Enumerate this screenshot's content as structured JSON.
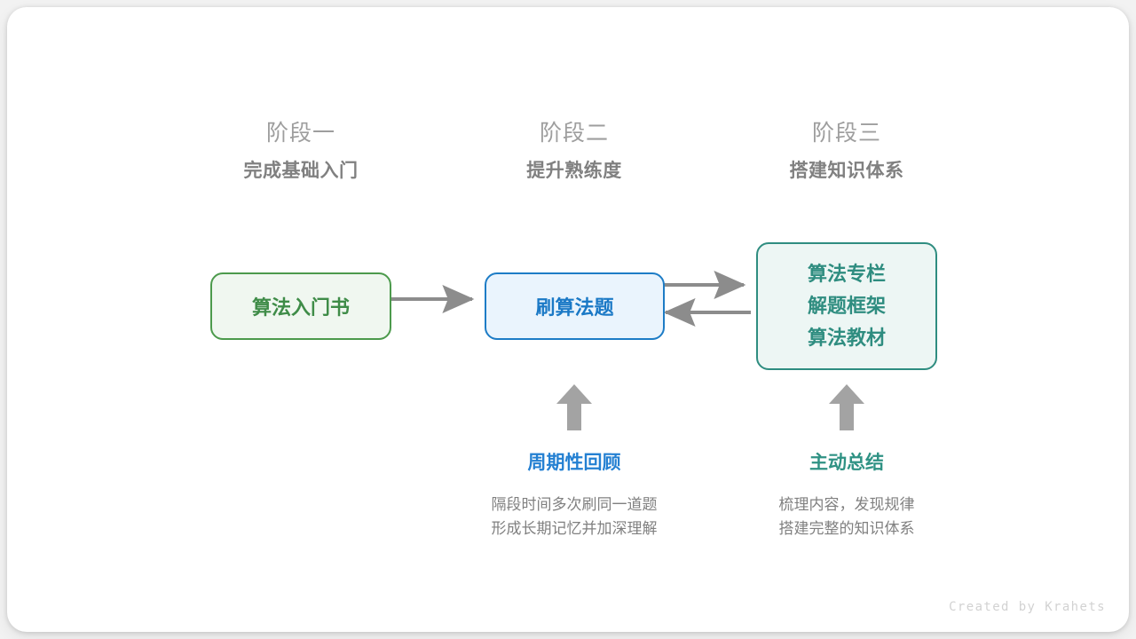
{
  "watermark": "Created by Krahets",
  "colors": {
    "green": "#3f8c48",
    "green_border": "#4c9a4c",
    "green_fill": "#f0f7f0",
    "blue": "#1b79c6",
    "blue_border": "#1d7cc6",
    "blue_fill": "#eaf4fd",
    "teal": "#2f8d80",
    "teal_fill": "#edf6f4",
    "arrow_gray": "#8c8c8c",
    "block_arrow_gray": "#a3a3a3",
    "heading_gray": "#9e9e9e",
    "subheading_gray": "#808080",
    "body_gray": "#808080"
  },
  "stages": [
    {
      "index": "阶段一",
      "title": "完成基础入门"
    },
    {
      "index": "阶段二",
      "title": "提升熟练度"
    },
    {
      "index": "阶段三",
      "title": "搭建知识体系"
    }
  ],
  "nodes": {
    "book": {
      "label": "算法入门书"
    },
    "practice": {
      "label": "刷算法题"
    },
    "resources": {
      "line1": "算法专栏",
      "line2": "解题框架",
      "line3": "算法教材"
    }
  },
  "notes": [
    {
      "title": "周期性回顾",
      "desc_line1": "隔段时间多次刷同一道题",
      "desc_line2": "形成长期记忆并加深理解"
    },
    {
      "title": "主动总结",
      "desc_line1": "梳理内容，发现规律",
      "desc_line2": "搭建完整的知识体系"
    }
  ],
  "arrows": [
    {
      "name": "book-to-practice",
      "direction": "right"
    },
    {
      "name": "practice-to-resources",
      "direction": "right"
    },
    {
      "name": "resources-to-practice",
      "direction": "left"
    },
    {
      "name": "review-up-arrow",
      "direction": "up"
    },
    {
      "name": "summary-up-arrow",
      "direction": "up"
    }
  ]
}
